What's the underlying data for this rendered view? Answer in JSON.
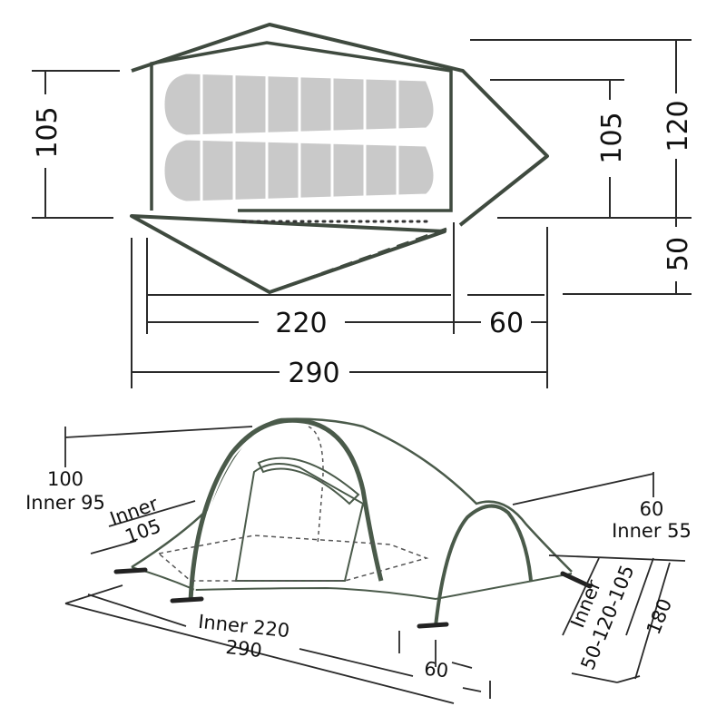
{
  "top_view": {
    "height_left": "105",
    "height_right_inner": "105",
    "height_right_total": "120",
    "vestibule_depth": "50",
    "inner_length": "220",
    "vestibule_length": "60",
    "total_length": "290"
  },
  "side_view": {
    "height_main": "100",
    "height_main_inner": "Inner 95",
    "inner_width_label": "Inner",
    "inner_width_value": "105",
    "height_rear": "60",
    "height_rear_inner": "Inner 55",
    "inner_length": "Inner 220",
    "total_length": "290",
    "vestibule_length": "60",
    "width_label": "Inner",
    "width_value": "50-120-105",
    "total_width": "180"
  },
  "colors": {
    "line": "#2a2a2a",
    "outline": "#4a5a4a",
    "fill": "#c9c9c9"
  }
}
